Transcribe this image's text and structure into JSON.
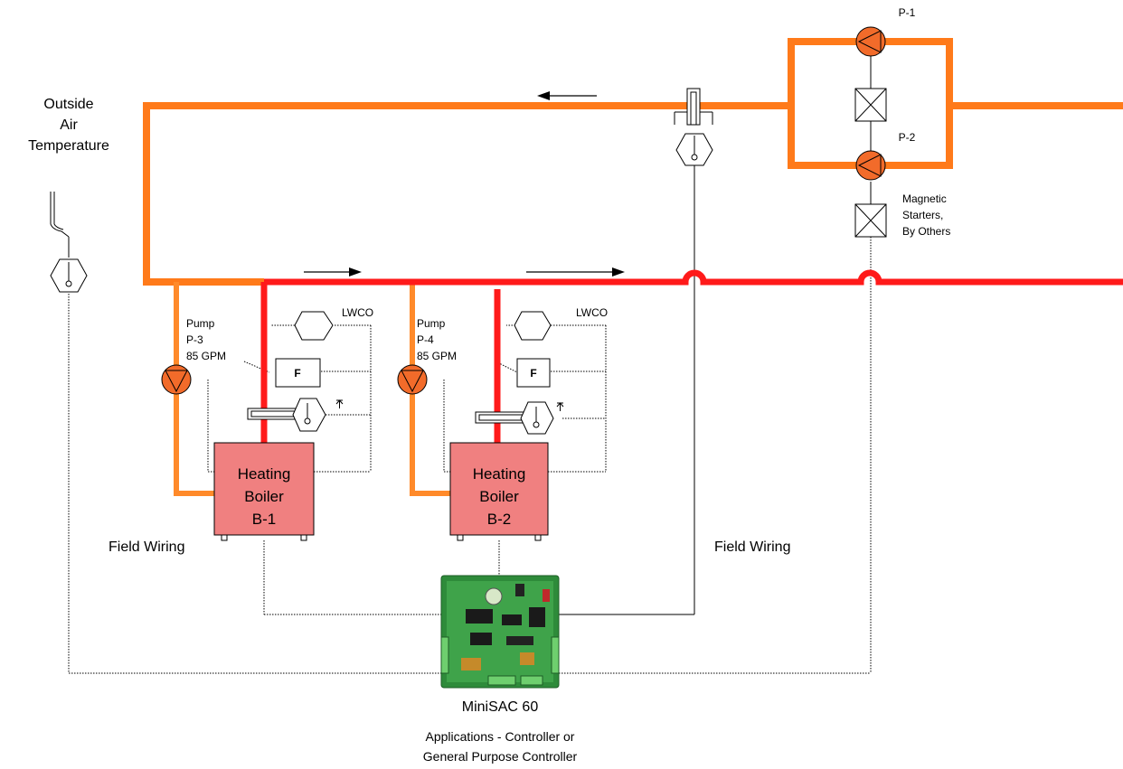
{
  "colors": {
    "supply_pipe": "#ff1a1a",
    "return_pipe": "#ff7a1a",
    "pump_fill": "#f26b2a",
    "boiler_fill": "#f08080",
    "controller_board": "#2e8b3a"
  },
  "labels": {
    "outside_air": [
      "Outside",
      "Air",
      "Temperature"
    ],
    "pump_p1": "P-1",
    "pump_p2": "P-2",
    "magnetic_starters": [
      "Magnetic",
      "Starters,",
      "By Others"
    ],
    "pump_p3": [
      "Pump",
      "P-3",
      "85 GPM"
    ],
    "pump_p4": [
      "Pump",
      "P-4",
      "85 GPM"
    ],
    "lwco_1": "LWCO",
    "lwco_2": "LWCO",
    "flow_switch_1": "F",
    "flow_switch_2": "F",
    "boiler_1": [
      "Heating",
      "Boiler",
      "B-1"
    ],
    "boiler_2": [
      "Heating",
      "Boiler",
      "B-2"
    ],
    "field_wiring_left": "Field Wiring",
    "field_wiring_right": "Field Wiring",
    "controller_name": "MiniSAC 60",
    "controller_desc": [
      "Applications - Controller or",
      "General Purpose Controller"
    ]
  },
  "icons": {
    "outside_sensor": "outside-air-temperature-sensor-icon",
    "supply_sensor": "supply-temperature-sensor-icon",
    "pump": "pump-icon",
    "starter": "magnetic-starter-icon",
    "lwco": "low-water-cutoff-icon",
    "flow_switch": "flow-switch-icon",
    "aquastat": "immersion-sensor-icon",
    "flow_arrow": "flow-direction-arrow-icon",
    "controller": "circuit-board-icon"
  }
}
